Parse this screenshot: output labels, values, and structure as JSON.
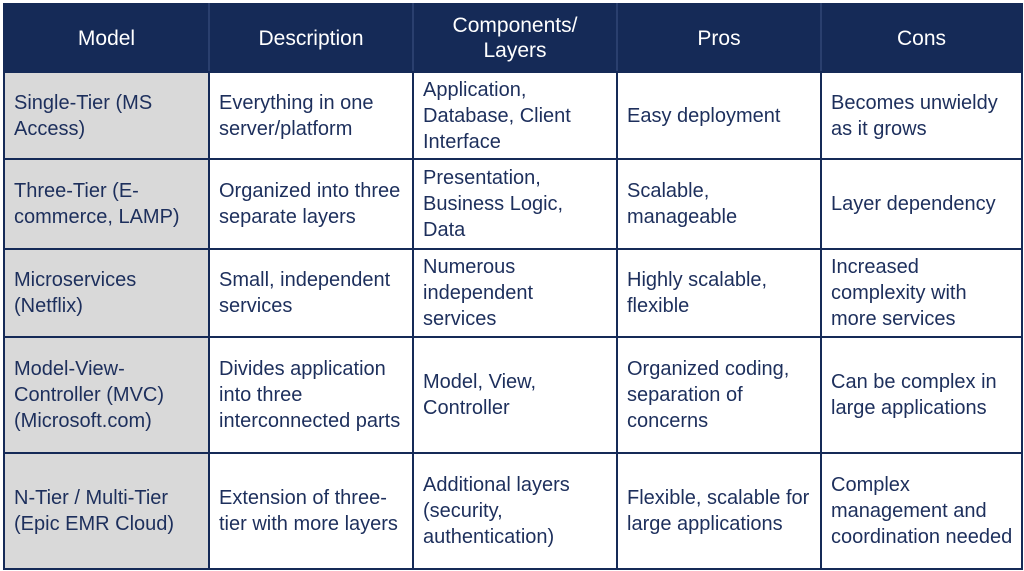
{
  "table": {
    "headers": [
      "Model",
      "Description",
      "Components/\nLayers",
      "Pros",
      "Cons"
    ],
    "rows": [
      {
        "model": "Single-Tier (MS Access)",
        "description": "Everything in one server/platform",
        "components": "Application, Database, Client Interface",
        "pros": "Easy deployment",
        "cons": "Becomes unwieldy as it grows"
      },
      {
        "model": "Three-Tier (E-commerce, LAMP)",
        "description": "Organized into three separate layers",
        "components": "Presentation, Business Logic, Data",
        "pros": "Scalable, manageable",
        "cons": "Layer dependency"
      },
      {
        "model": "Microservices (Netflix)",
        "description": "Small, independent services",
        "components": "Numerous independent services",
        "pros": "Highly scalable, flexible",
        "cons": "Increased complexity with more services"
      },
      {
        "model": "Model-View-Controller (MVC) (Microsoft.com)",
        "description": "Divides application into three interconnected parts",
        "components": "Model, View, Controller",
        "pros": "Organized coding, separation of concerns",
        "cons": "Can be complex in large applications"
      },
      {
        "model": "N-Tier / Multi-Tier (Epic EMR Cloud)",
        "description": "Extension of three-tier with more layers",
        "components": "Additional layers (security, authentication)",
        "pros": "Flexible, scalable for large applications",
        "cons": "Complex management and coordination needed"
      }
    ]
  },
  "colors": {
    "header_bg": "#152a57",
    "header_text": "#ffffff",
    "body_text": "#1d2f5c",
    "model_column_bg": "#d9d9d9",
    "border": "#152a57"
  }
}
